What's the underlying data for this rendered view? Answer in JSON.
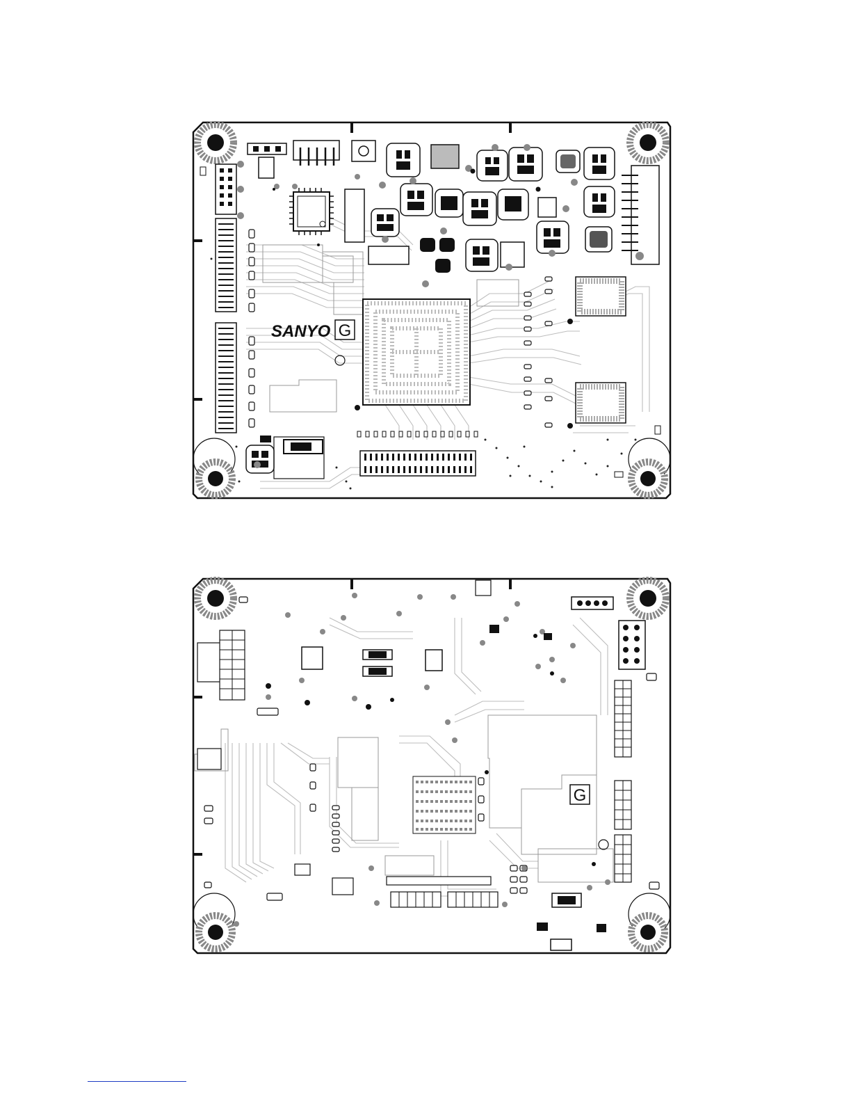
{
  "top_board": {
    "brand_logo": "SANYO",
    "g_mark": "G"
  },
  "bottom_board": {
    "g_mark": "G"
  },
  "colors": {
    "ink": "#111111",
    "trace": "#b9b9b9",
    "pad": "#9a9a9a",
    "link": "#1d3cc4"
  }
}
